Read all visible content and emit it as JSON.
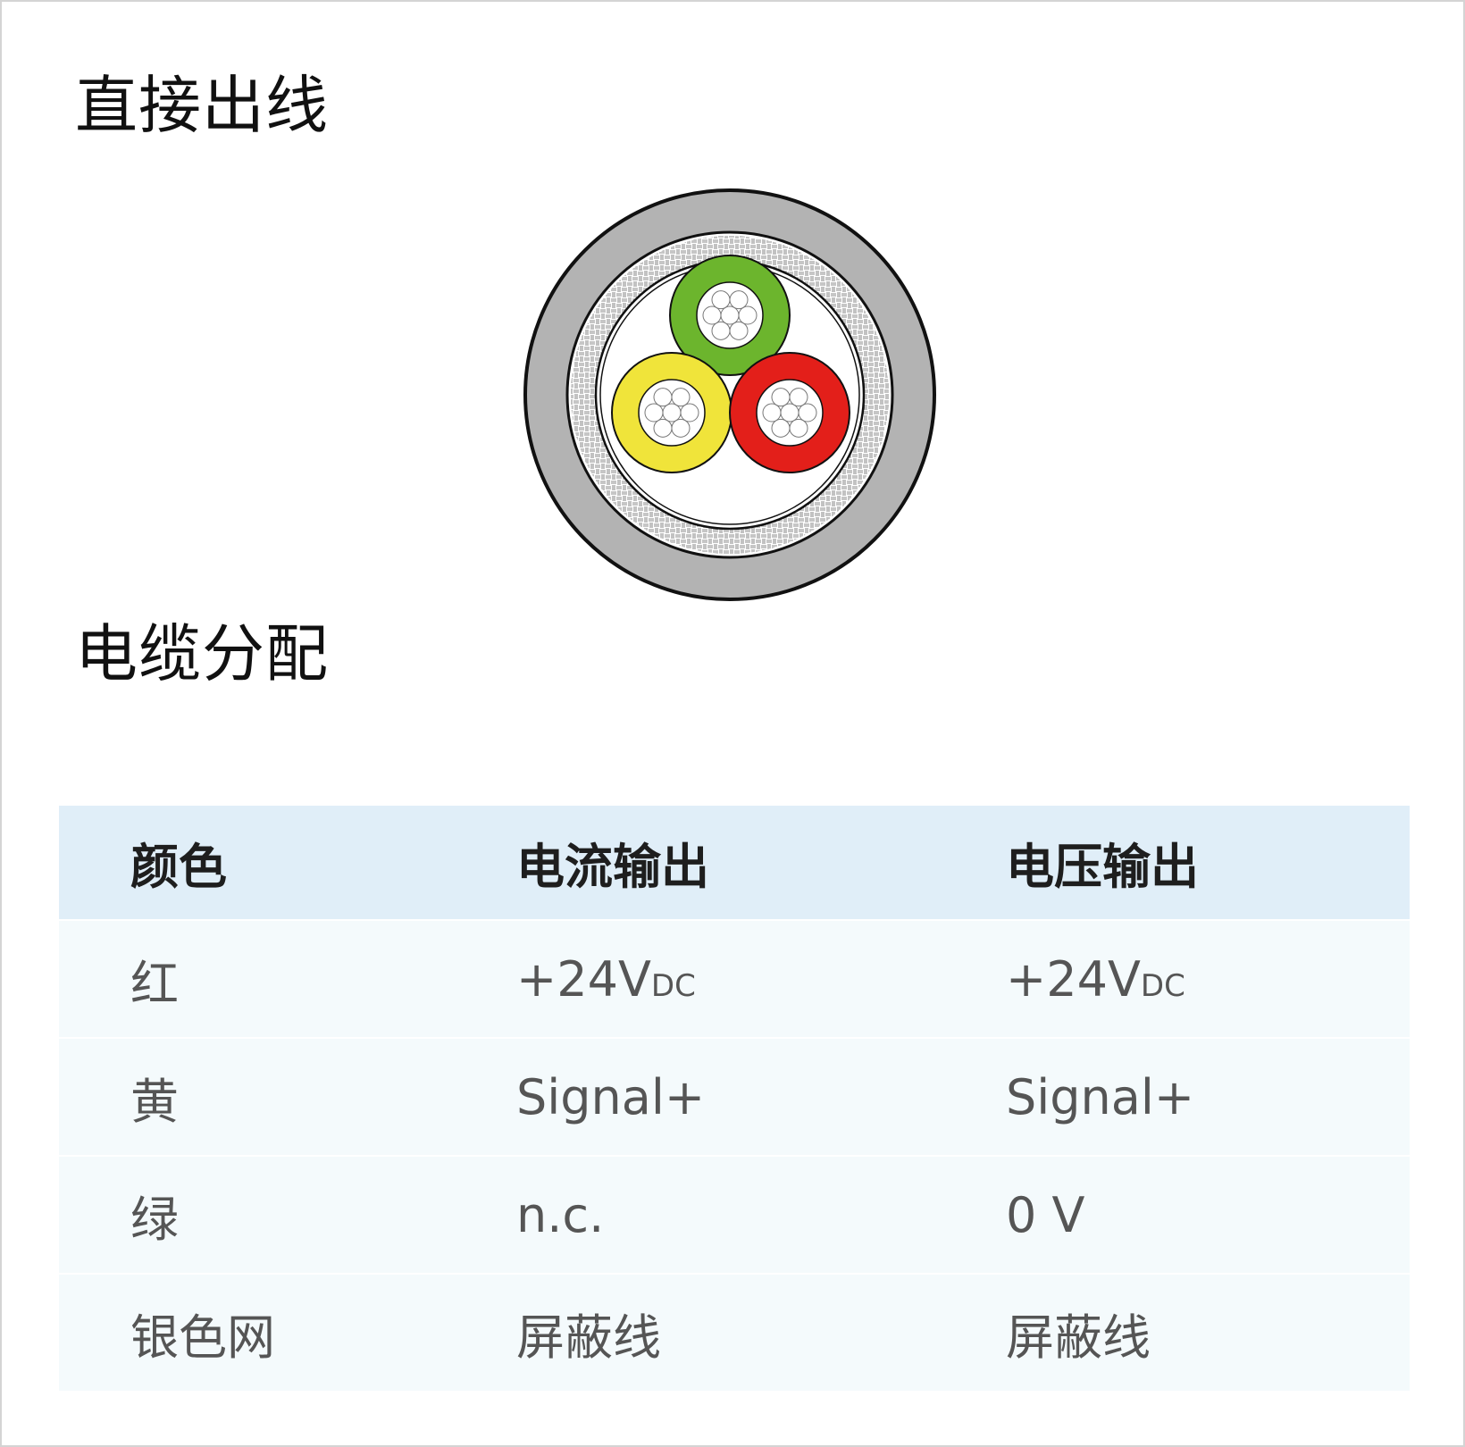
{
  "heading_wiring": "直接出线",
  "heading_assignment": "电缆分配",
  "table": {
    "headers": [
      "颜色",
      "电流输出",
      "电压输出"
    ],
    "rows": [
      {
        "color": "红",
        "current": "+24V",
        "current_sub": "DC",
        "voltage": "+24V",
        "voltage_sub": "DC"
      },
      {
        "color": "黄",
        "current": "Signal+",
        "current_sub": "",
        "voltage": "Signal+",
        "voltage_sub": ""
      },
      {
        "color": "绿",
        "current": "n.c.",
        "current_sub": "",
        "voltage": "0 V",
        "voltage_sub": ""
      },
      {
        "color": "银色网",
        "current": "屏蔽线",
        "current_sub": "",
        "voltage": "屏蔽线",
        "voltage_sub": ""
      }
    ]
  },
  "colors": {
    "jacket": "#b3b3b3",
    "wire_green": "#6cb52d",
    "wire_yellow": "#f0e43a",
    "wire_red": "#e31f1a",
    "header_bg": "#e0eef8",
    "row_bg": "#f4fafc"
  }
}
